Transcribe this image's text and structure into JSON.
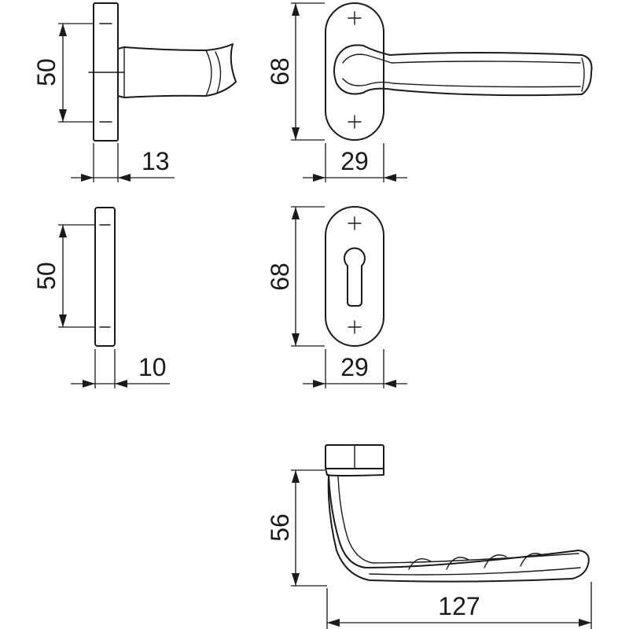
{
  "dimensions": {
    "rose_height": "50",
    "rose_depth": "13",
    "escutcheon_height": "50",
    "escutcheon_depth": "10",
    "lever_plate_height": "68",
    "lever_plate_width": "29",
    "cylinder_plate_height": "68",
    "cylinder_plate_width": "29",
    "lever_drop": "56",
    "lever_length": "127"
  }
}
